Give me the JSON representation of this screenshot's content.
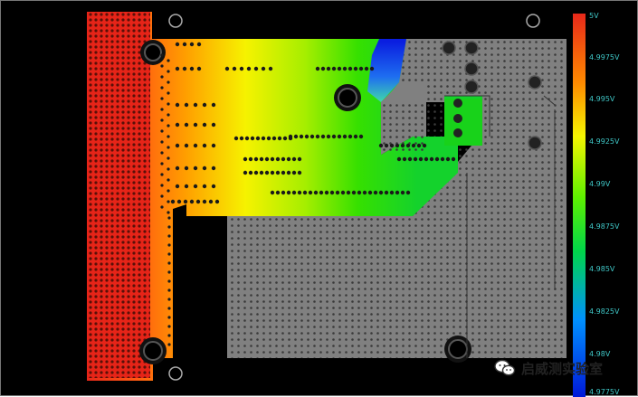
{
  "scale": {
    "colors": [
      "#e8281a",
      "#ff8a00",
      "#f5f500",
      "#5ef000",
      "#00d64a",
      "#0090ff",
      "#0018d8"
    ],
    "labels": [
      {
        "text": "5V"
      },
      {
        "text": "4.9975V"
      },
      {
        "text": "4.995V"
      },
      {
        "text": "4.9925V"
      },
      {
        "text": "4.99V"
      },
      {
        "text": "4.9875V"
      },
      {
        "text": "4.985V"
      },
      {
        "text": "4.9825V"
      },
      {
        "text": "4.98V"
      },
      {
        "text": "4.9775V"
      }
    ]
  },
  "watermark": {
    "text": "启威测实验室",
    "icon": "wechat-logo"
  },
  "board": {
    "copper_color": "#808080",
    "background": "#000000",
    "via_color": "#2a2a2a"
  }
}
